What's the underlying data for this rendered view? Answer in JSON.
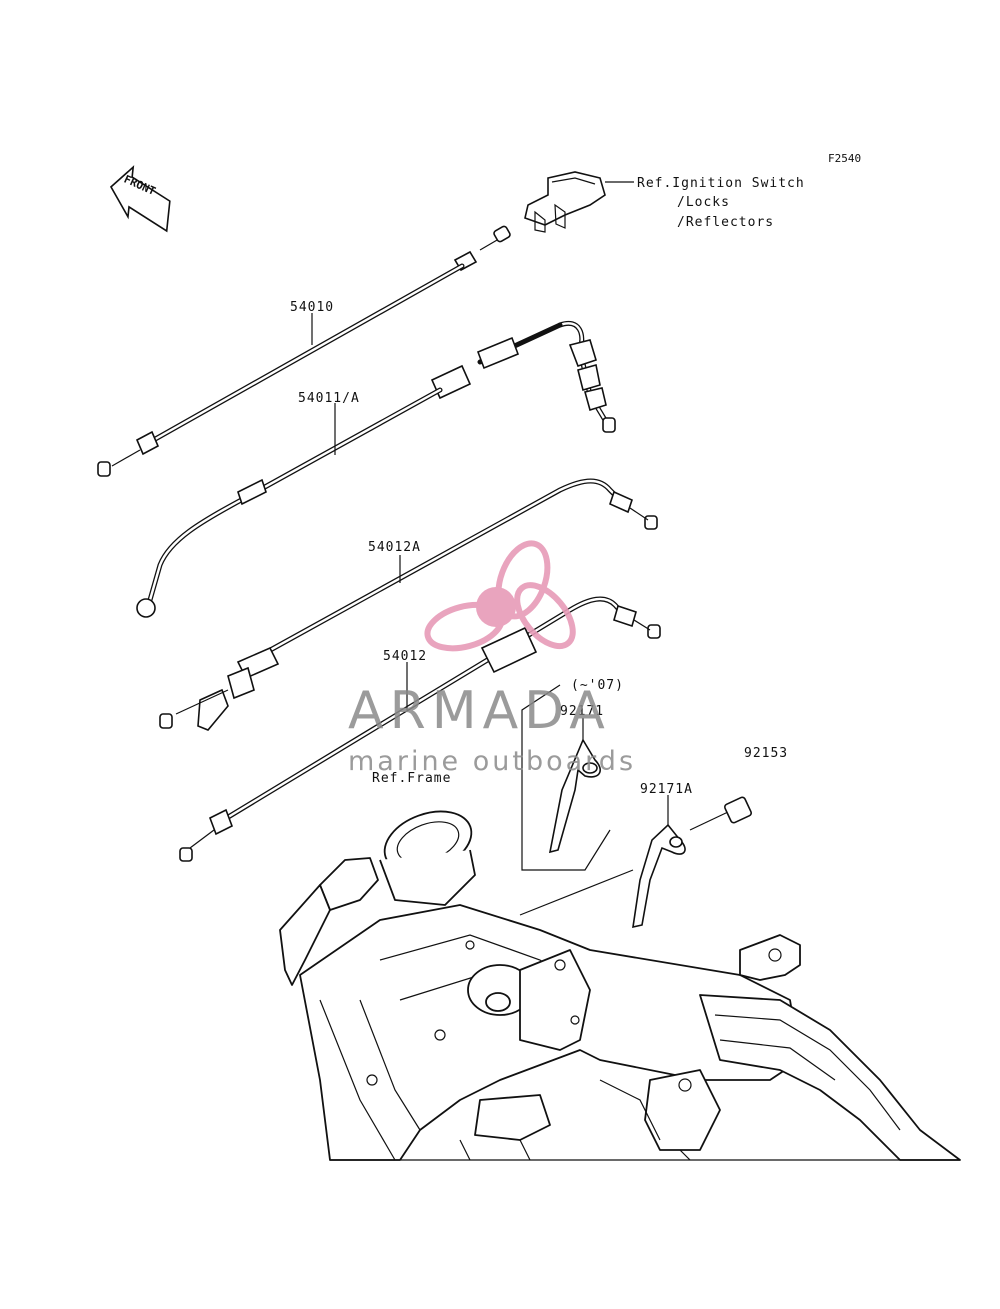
{
  "figure_code": "F2540",
  "front_label": "FRONT",
  "ref_ignition": {
    "line1": "Ref.Ignition Switch",
    "line2": "/Locks",
    "line3": "/Reflectors"
  },
  "ref_frame": "Ref.Frame",
  "parts": {
    "p54010": "54010",
    "p54011A": "54011/A",
    "p54012A": "54012A",
    "p54012": "54012",
    "p92171": "92171",
    "p92171A": "92171A",
    "p92153": "92153",
    "range_07": "(~'07)"
  },
  "watermark": {
    "brand": "ARMADA",
    "tagline": "marine outboards",
    "color": "#e79bb8"
  }
}
